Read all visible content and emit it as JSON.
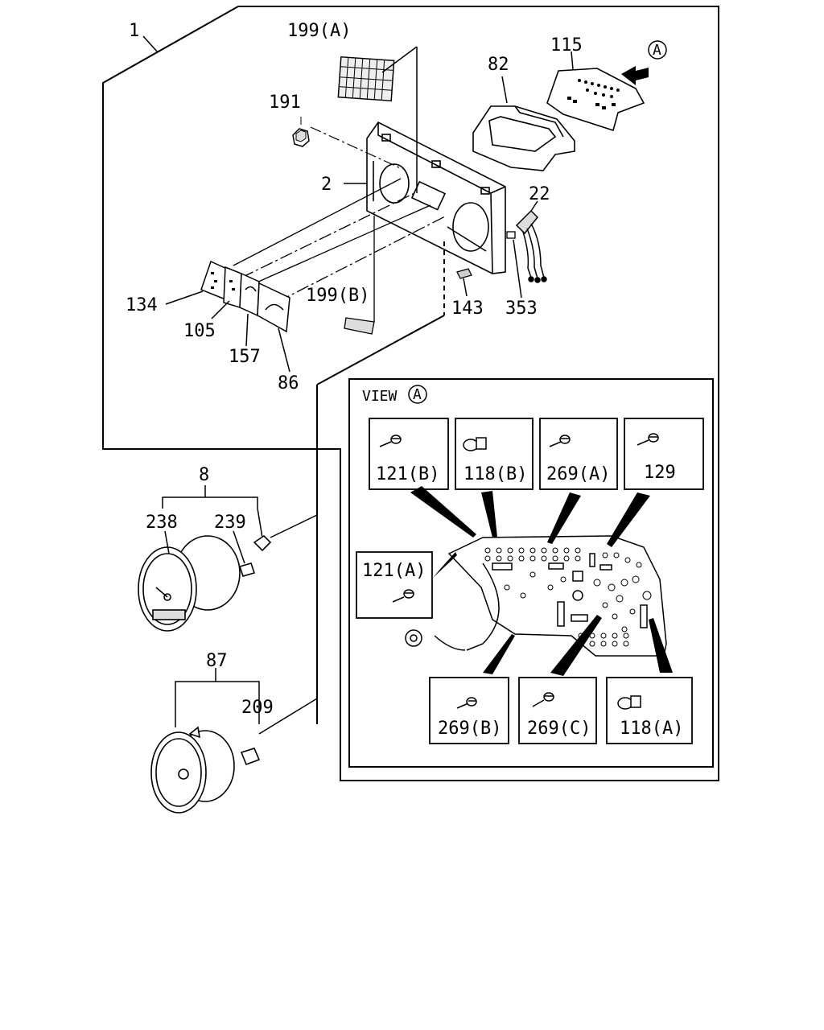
{
  "labels": {
    "l1": "1",
    "l199a": "199(A)",
    "l191": "191",
    "l2": "2",
    "l82": "82",
    "l115": "115",
    "lA": "A",
    "l22": "22",
    "l353": "353",
    "l143": "143",
    "l199b": "199(B)",
    "l134": "134",
    "l105": "105",
    "l157": "157",
    "l86": "86",
    "l8": "8",
    "l238": "238",
    "l239": "239",
    "l87": "87",
    "l209": "209"
  },
  "view": {
    "title": "VIEW",
    "marker": "A",
    "parts": {
      "p121b": "121(B)",
      "p118b": "118(B)",
      "p269a": "269(A)",
      "p129": "129",
      "p121a": "121(A)",
      "p269b": "269(B)",
      "p269c": "269(C)",
      "p118a": "118(A)"
    }
  }
}
